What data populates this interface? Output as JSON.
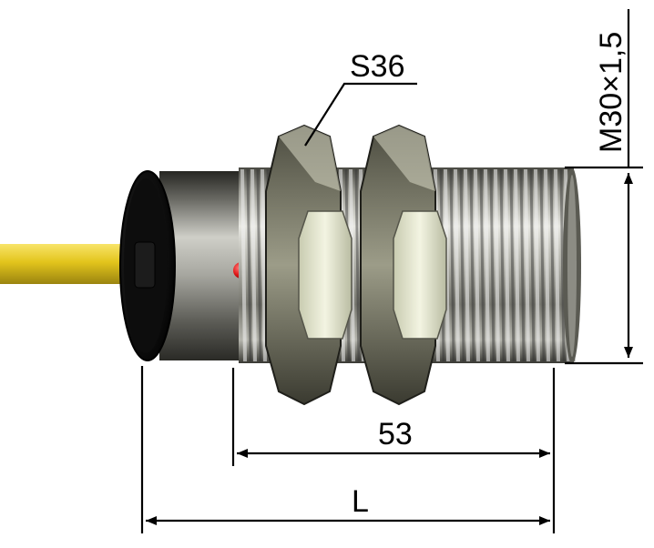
{
  "diagram": {
    "subject": "Cylindrical threaded inductive proximity sensor with cable, two hex lock nuts and LED",
    "labels": {
      "nut_size": "S36",
      "thread_size": "M30×1,5",
      "thread_length": "53",
      "total_length": "L"
    },
    "colors": {
      "cable": "#e3c51c",
      "led": "#e01818",
      "metal_light": "#f1f1ea",
      "metal_dark": "#3a3a34",
      "face": "#111111",
      "dimension": "#000000"
    }
  }
}
